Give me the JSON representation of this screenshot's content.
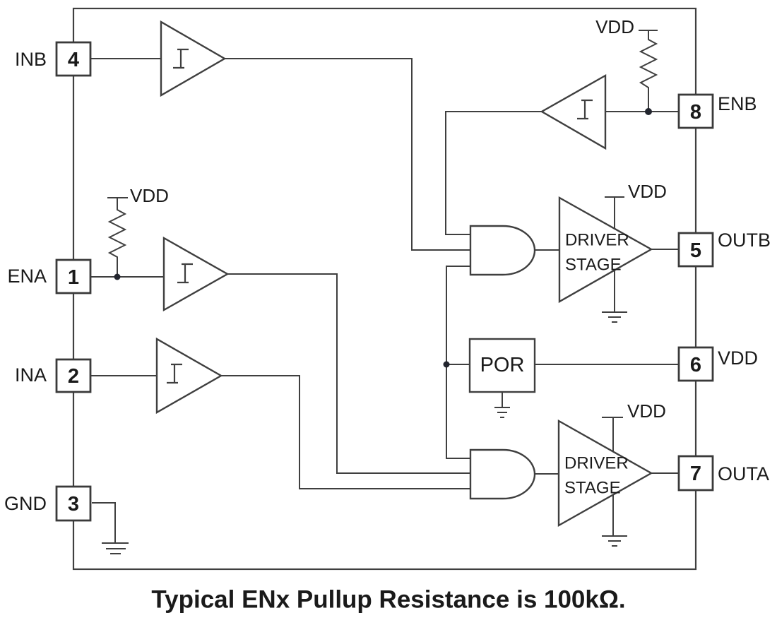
{
  "caption": {
    "text": "Typical ENx Pullup Resistance is 100kΩ."
  },
  "ic": {
    "pins_left": [
      {
        "label": "INB",
        "number": "4"
      },
      {
        "label": "ENA",
        "number": "1"
      },
      {
        "label": "INA",
        "number": "2"
      },
      {
        "label": "GND",
        "number": "3"
      }
    ],
    "pins_right": [
      {
        "label": "ENB",
        "number": "8"
      },
      {
        "label": "OUTB",
        "number": "5"
      },
      {
        "label": "VDD",
        "number": "6"
      },
      {
        "label": "OUTA",
        "number": "7"
      }
    ],
    "blocks": {
      "por": {
        "label": "POR"
      },
      "driver_b": {
        "line1": "DRIVER",
        "line2": "STAGE",
        "supply_label": "VDD"
      },
      "driver_a": {
        "line1": "DRIVER",
        "line2": "STAGE",
        "supply_label": "VDD"
      }
    },
    "pullups": {
      "ena": {
        "supply_label": "VDD"
      },
      "enb": {
        "supply_label": "VDD"
      }
    },
    "colors": {
      "line": "#3f3f3f",
      "text": "#1a1a1a",
      "background": "#ffffff"
    }
  }
}
